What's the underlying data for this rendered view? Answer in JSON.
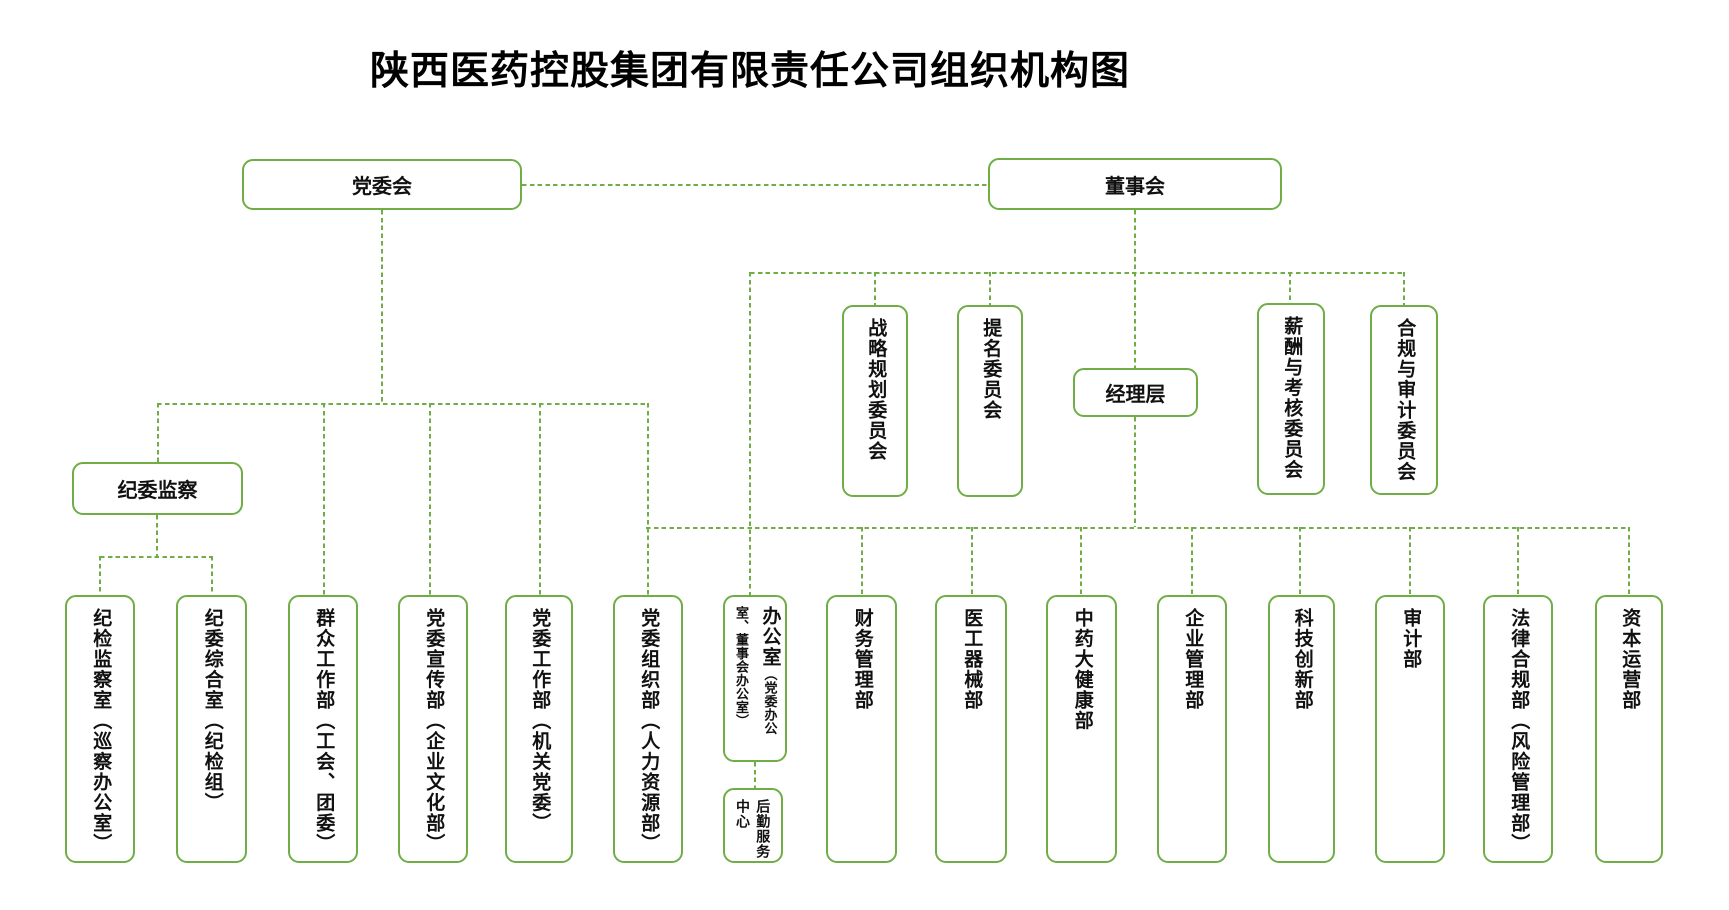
{
  "title": "陕西医药控股集团有限责任公司组织机构图",
  "colors": {
    "line_green": "#70AD47",
    "text": "#000000",
    "background": "#FFFFFF"
  },
  "nodes": {
    "party_committee": "党委会",
    "board": "董事会",
    "discipline_supervision": "纪委监察",
    "management": "经理层",
    "strategy_committee": "战略规划委员会",
    "nomination_committee": "提名委员会",
    "compensation_committee": "薪酬与考核委员会",
    "compliance_audit_committee": "合规与审计委员会",
    "discipline_inspection_office": "纪检监察室（巡察办公室）",
    "discipline_general_office": "纪委综合室（纪检组）",
    "mass_work_dept": "群众工作部（工会、团委）",
    "publicity_dept": "党委宣传部（企业文化部）",
    "party_work_dept": "党委工作部（机关党委）",
    "organization_dept": "党委组织部（人力资源部）",
    "general_office_main": "办公室",
    "general_office_sub": "（党委办公室、董事会办公室）",
    "logistics_center": "后勤服务中心",
    "finance_dept": "财务管理部",
    "medical_device_dept": "医工器械部",
    "tcm_health_dept": "中药大健康部",
    "enterprise_mgmt_dept": "企业管理部",
    "tech_innovation_dept": "科技创新部",
    "audit_dept": "审计部",
    "legal_compliance_dept": "法律合规部（风险管理部）",
    "capital_operation_dept": "资本运营部"
  }
}
